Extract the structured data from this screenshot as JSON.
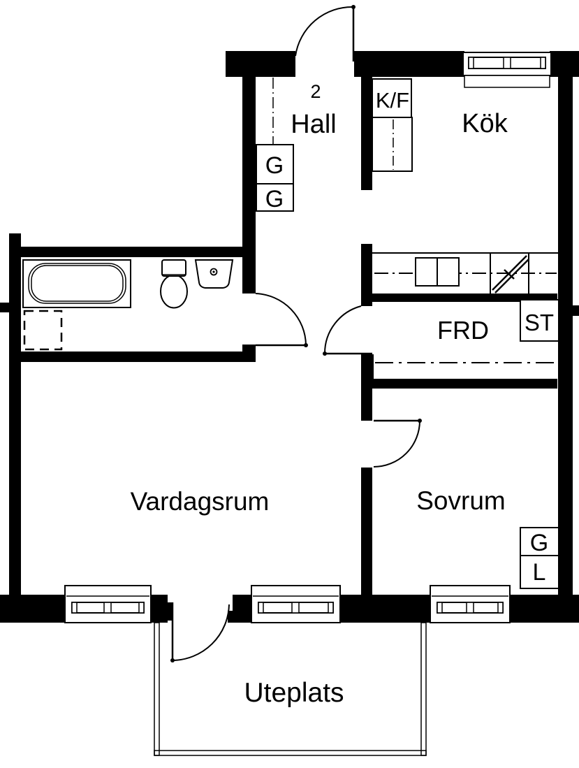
{
  "drawing": {
    "type": "apartment-floor-plan",
    "ink_color": "#000000",
    "paper_color": "#ffffff"
  },
  "rooms": {
    "hall": {
      "number": "2",
      "label": "Hall"
    },
    "kok": {
      "label": "Kök"
    },
    "frd": {
      "label": "FRD"
    },
    "vardagsrum": {
      "label": "Vardagsrum"
    },
    "sovrum": {
      "label": "Sovrum"
    },
    "uteplats": {
      "label": "Uteplats"
    }
  },
  "closets": {
    "kf": {
      "label": "K/F"
    },
    "hall_g1": {
      "label": "G"
    },
    "hall_g2": {
      "label": "G"
    },
    "st": {
      "label": "ST"
    },
    "sovrum_g": {
      "label": "G"
    },
    "sovrum_l": {
      "label": "L"
    }
  }
}
